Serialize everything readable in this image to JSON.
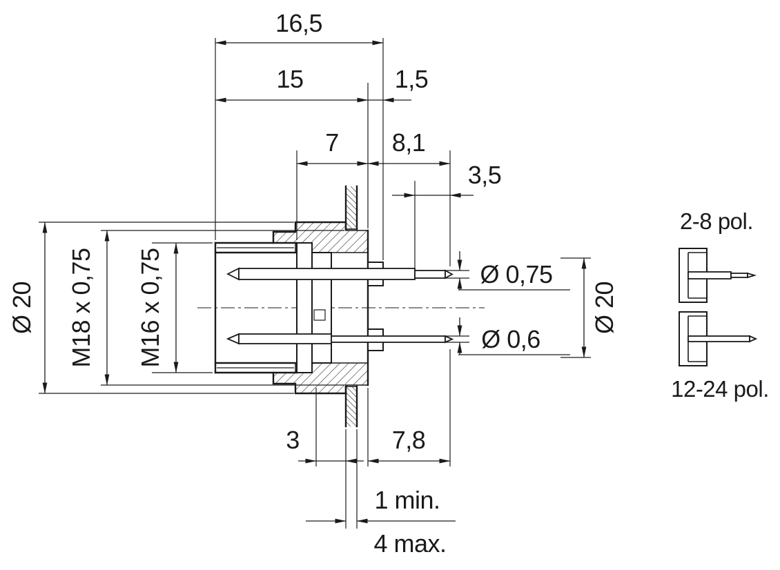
{
  "drawing": {
    "background": "#ffffff",
    "ink": "#1a1a1a",
    "type": "connector-panel-mount-cross-section",
    "dimensions": {
      "top": {
        "overall_length": "16,5",
        "front_length": "15",
        "rear_offset": "1,5",
        "insert_depth": "7",
        "pin_length": "8,1",
        "pin_tip_length": "3,5"
      },
      "left": {
        "flange_diameter": "Ø 20",
        "rear_thread": "M18 x 0,75",
        "front_thread": "M16 x 0,75"
      },
      "right": {
        "pin_tip_diameter": "Ø 0,75",
        "pin_diameter_small": "Ø 0,6",
        "flange_diameter": "Ø 20"
      },
      "bottom": {
        "thread_length": "3",
        "pin_rear_length": "7,8",
        "panel_thickness_min": "1 min.",
        "panel_thickness_max": "4 max."
      }
    },
    "variants": {
      "low_pole_label": "2-8 pol.",
      "high_pole_label": "12-24 pol."
    }
  }
}
